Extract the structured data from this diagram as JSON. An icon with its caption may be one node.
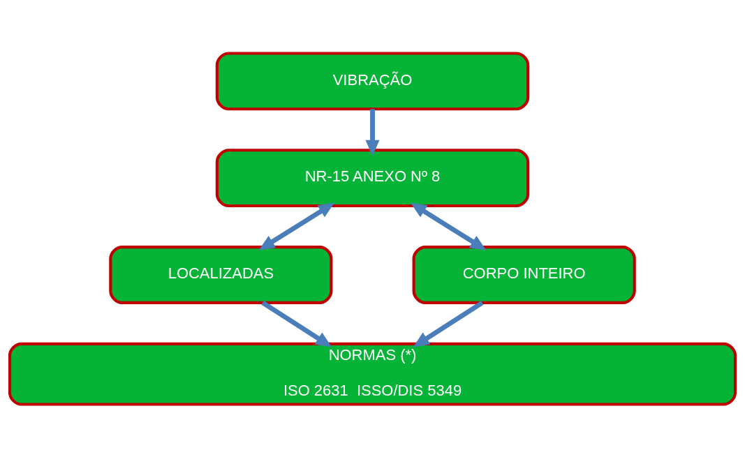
{
  "diagram": {
    "nodes": [
      {
        "text": [
          "VIBRAÇÃO"
        ]
      },
      {
        "text": [
          "NR-15 ANEXO Nº 8"
        ]
      },
      {
        "text": [
          "LOCALIZADAS"
        ]
      },
      {
        "text": [
          "CORPO INTEIRO"
        ]
      },
      {
        "text": [
          "NORMAS (*)",
          "ISO 2631  ISSO/DIS 5349"
        ]
      }
    ],
    "edges": [
      {
        "from": 0,
        "to": 1,
        "arrow": "to"
      },
      {
        "from": 1,
        "to": 2,
        "arrow": "both"
      },
      {
        "from": 1,
        "to": 3,
        "arrow": "both"
      },
      {
        "from": 2,
        "to": 4,
        "arrow": "to"
      },
      {
        "from": 3,
        "to": 4,
        "arrow": "to"
      }
    ]
  }
}
